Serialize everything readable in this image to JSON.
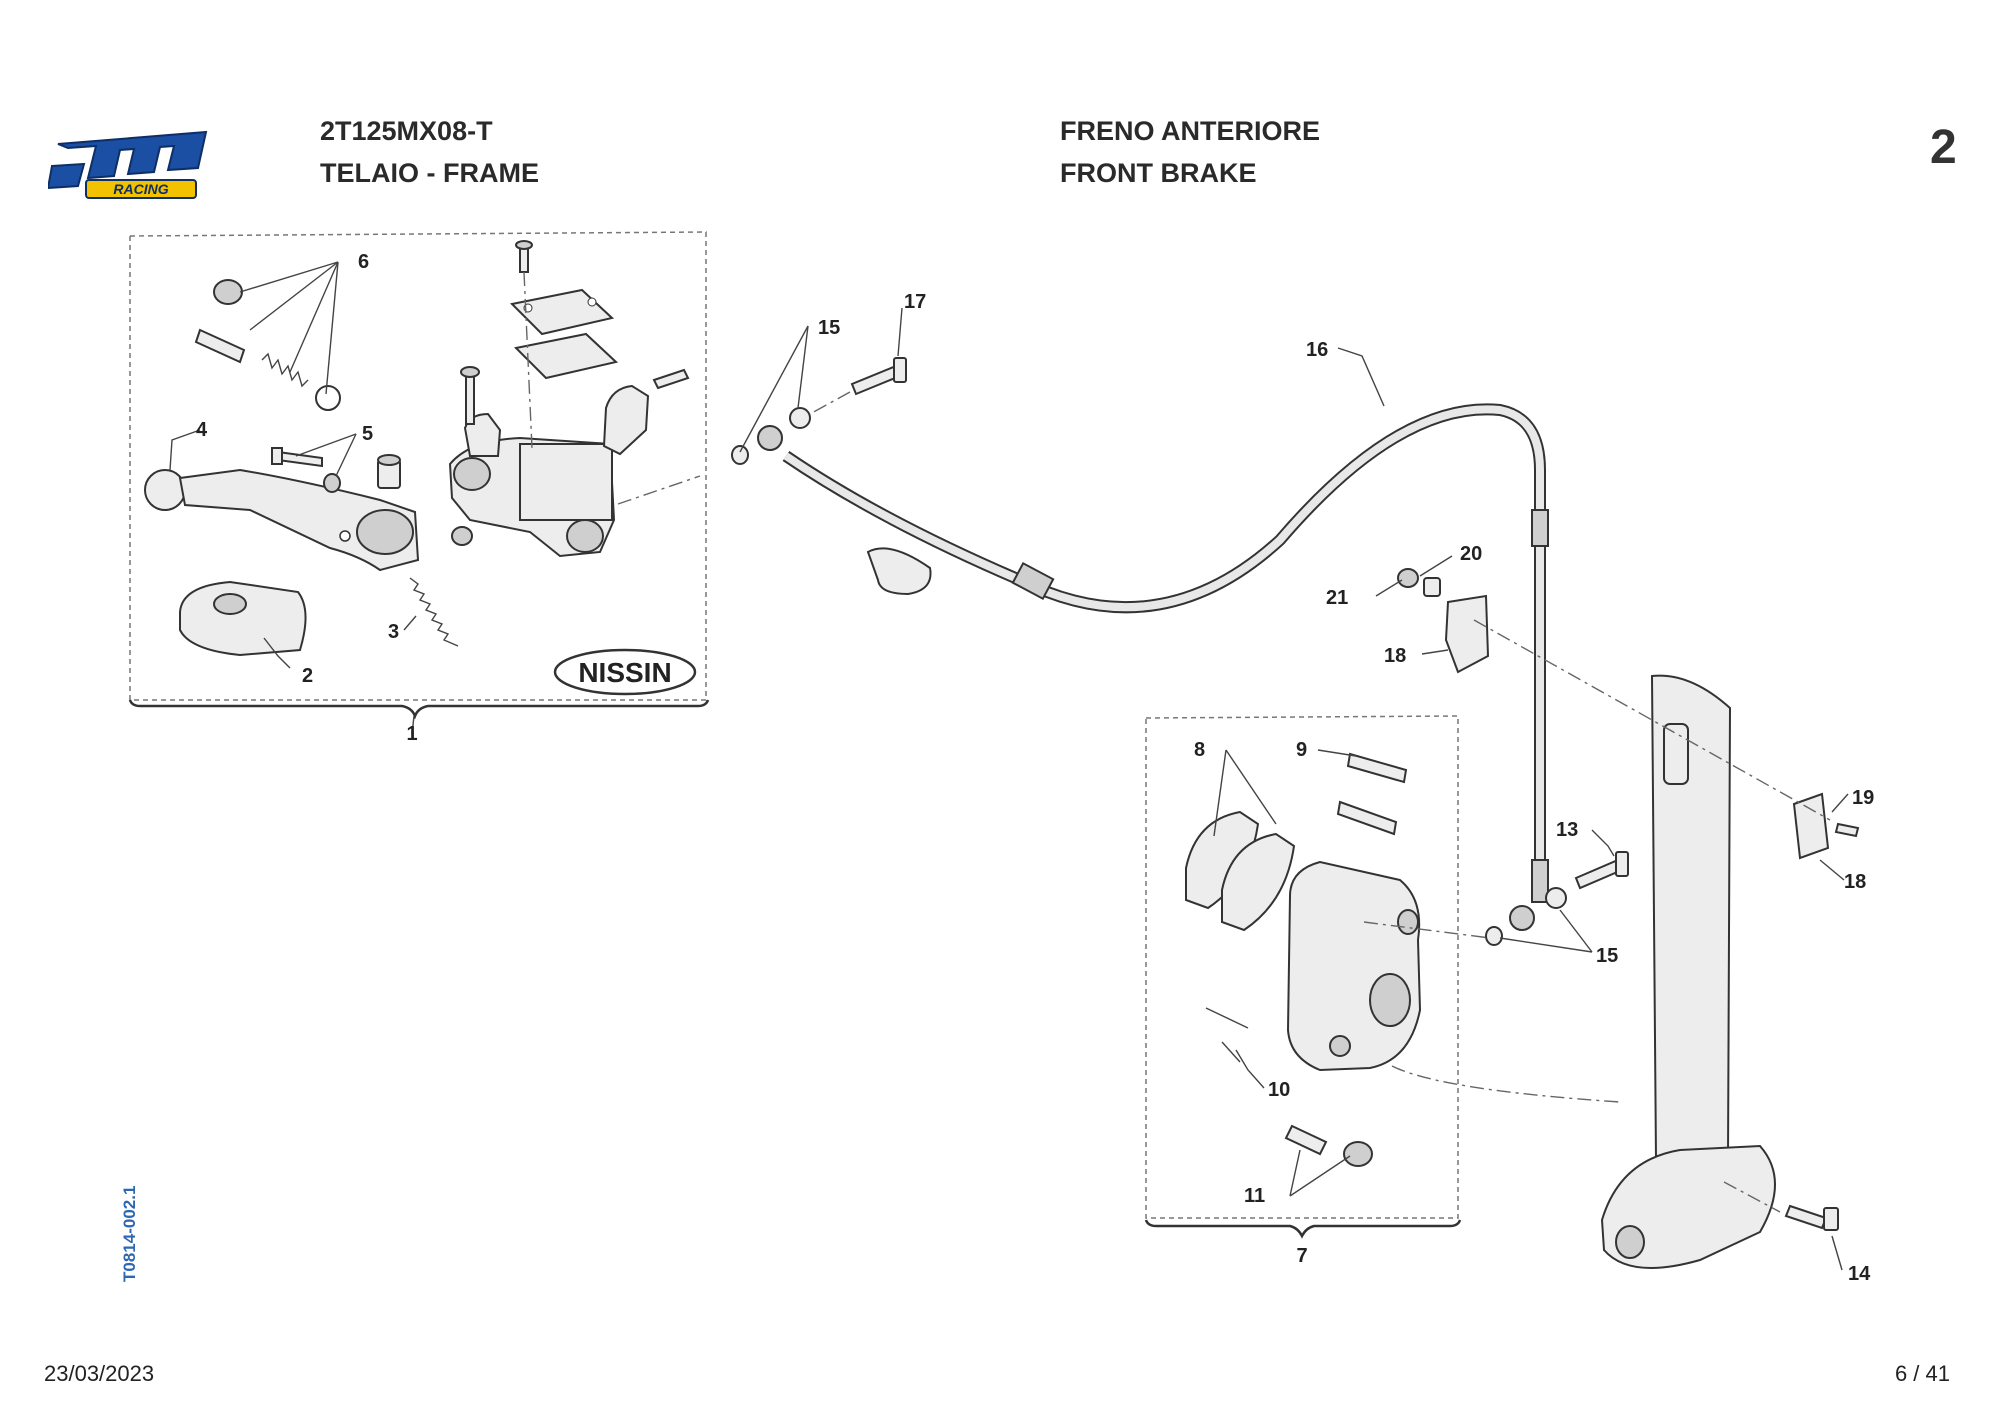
{
  "header": {
    "model_code": "2T125MX08-T",
    "section_name": "TELAIO - FRAME",
    "group_name_it": "FRENO ANTERIORE",
    "group_name_en": "FRONT BRAKE",
    "page_number": "2"
  },
  "footer": {
    "date": "23/03/2023",
    "page_index": "6 / 41",
    "document_code": "T0814-002.1"
  },
  "brand": {
    "logo_text": "tm",
    "logo_subtext": "RACING",
    "logo_color": "#1a4fa3",
    "logo_accent": "#f2c200"
  },
  "diagram": {
    "master_cylinder_brand": "NISSIN",
    "callouts": [
      "1",
      "2",
      "3",
      "4",
      "5",
      "6",
      "7",
      "8",
      "9",
      "10",
      "11",
      "13",
      "14",
      "15",
      "15",
      "16",
      "17",
      "18",
      "18",
      "19",
      "20",
      "21"
    ]
  }
}
